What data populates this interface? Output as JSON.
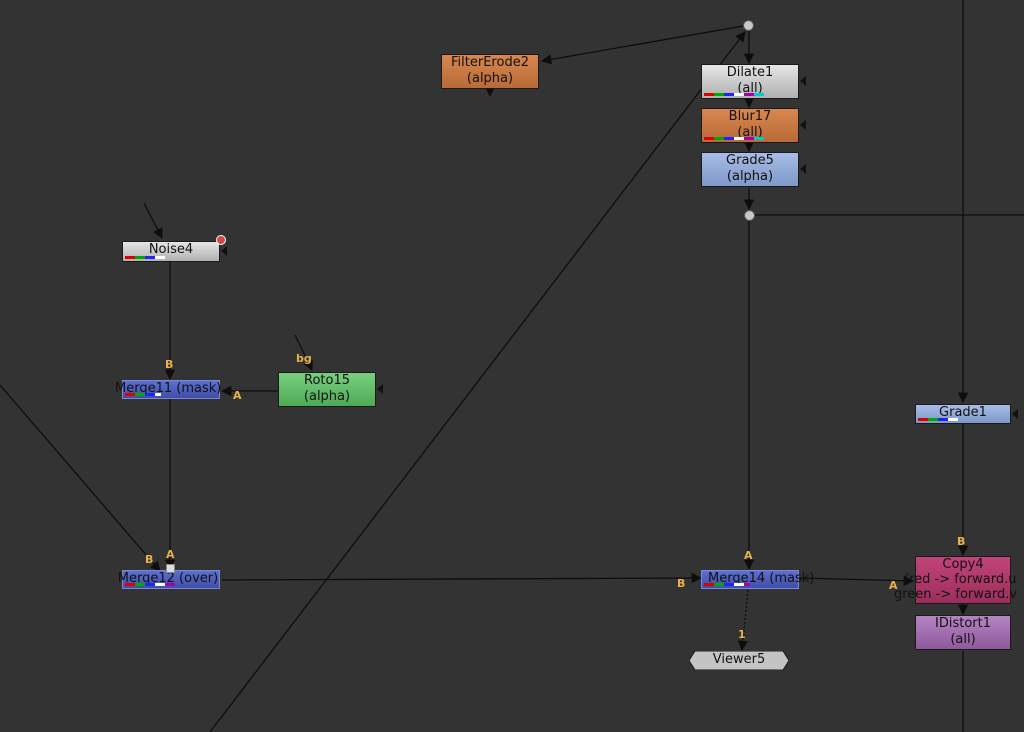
{
  "colors": {
    "background": "#333333",
    "edge": "#0d0d0d",
    "node_grey": "#c9c9c9",
    "node_orange": "#c97a45",
    "node_blue_light": "#8ea8d8",
    "node_merge": "#4f5fb8",
    "node_green": "#63c06a",
    "node_copy": "#b23a6a",
    "node_idistort": "#9d6aa8",
    "node_viewer": "#bfbfbf",
    "input_label": "#e8b24a"
  },
  "nodes": {
    "filtererode2": {
      "label": "FilterErode2",
      "sub": "(alpha)"
    },
    "dilate1": {
      "label": "Dilate1",
      "sub": "(all)"
    },
    "blur17": {
      "label": "Blur17",
      "sub": "(all)"
    },
    "grade5": {
      "label": "Grade5",
      "sub": "(alpha)"
    },
    "noise4": {
      "label": "Noise4"
    },
    "roto15": {
      "label": "Roto15",
      "sub": "(alpha)"
    },
    "merge11": {
      "label": "Merge11 (mask)"
    },
    "merge12": {
      "label": "Merge12 (over)"
    },
    "merge14": {
      "label": "Merge14 (mask)"
    },
    "viewer5": {
      "label": "Viewer5"
    },
    "grade1": {
      "label": "Grade1"
    },
    "copy4": {
      "label": "Copy4",
      "line2": "(red -> forward.u",
      "line3": "green -> forward.v"
    },
    "idistort1": {
      "label": "IDistort1",
      "sub": "(all)"
    }
  },
  "inputs": {
    "noise4_out_b": "B",
    "merge11_a": "A",
    "roto15_bg": "bg",
    "merge12_b": "B",
    "merge12_a": "A",
    "merge14_a": "A",
    "merge14_b": "B",
    "viewer5_1": "1",
    "copy4_b": "B",
    "copy4_a": "A"
  }
}
